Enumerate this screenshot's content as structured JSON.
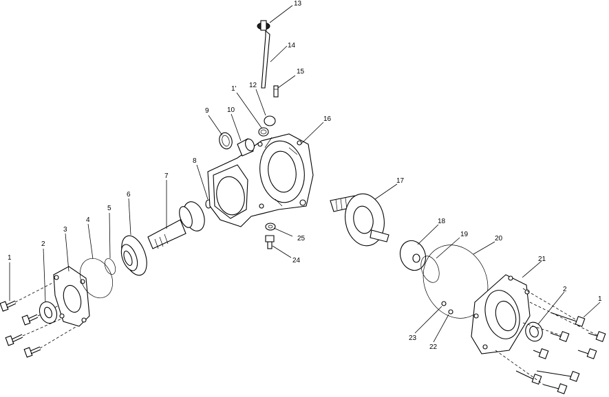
{
  "callouts": {
    "c1a": "1",
    "c2a": "2",
    "c3": "3",
    "c4": "4",
    "c5": "5",
    "c6": "6",
    "c7": "7",
    "c8": "8",
    "c9": "9",
    "c10": "10",
    "c11": "1'",
    "c12": "12",
    "c13": "13",
    "c14": "14",
    "c15": "15",
    "c16": "16",
    "c17": "17",
    "c18": "18",
    "c19": "19",
    "c20": "20",
    "c21": "21",
    "c2b": "2",
    "c1b": "1",
    "c22": "22",
    "c23": "23",
    "c24": "24",
    "c25": "25"
  }
}
